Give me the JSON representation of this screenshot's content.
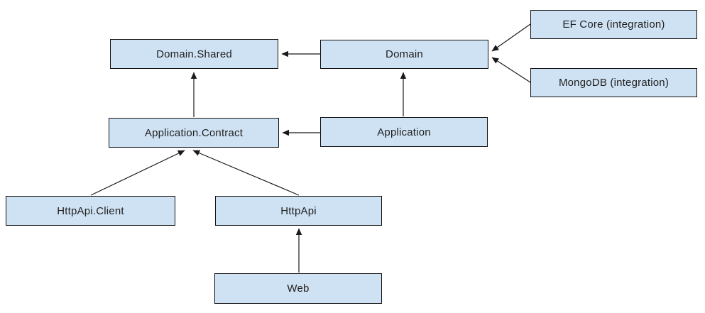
{
  "diagram": {
    "title": "",
    "colors": {
      "background": "#ffffff",
      "node_fill": "#cfe2f3",
      "node_border": "#111111",
      "edge_stroke": "#1a1a1a",
      "label_text": "#1f1f1f"
    },
    "nodes": {
      "domain_shared": {
        "label": "Domain.Shared"
      },
      "domain": {
        "label": "Domain"
      },
      "ef_core": {
        "label": "EF Core (integration)"
      },
      "mongodb": {
        "label": "MongoDB (integration)"
      },
      "application_contract": {
        "label": "Application.Contract"
      },
      "application": {
        "label": "Application"
      },
      "httpapi_client": {
        "label": "HttpApi.Client"
      },
      "httpapi": {
        "label": "HttpApi"
      },
      "web": {
        "label": "Web"
      }
    },
    "edges": [
      {
        "from": "domain",
        "to": "domain_shared"
      },
      {
        "from": "application_contract",
        "to": "domain_shared"
      },
      {
        "from": "application",
        "to": "domain"
      },
      {
        "from": "application",
        "to": "application_contract"
      },
      {
        "from": "ef_core",
        "to": "domain"
      },
      {
        "from": "mongodb",
        "to": "domain"
      },
      {
        "from": "httpapi_client",
        "to": "application_contract"
      },
      {
        "from": "httpapi",
        "to": "application_contract"
      },
      {
        "from": "web",
        "to": "httpapi"
      }
    ]
  }
}
